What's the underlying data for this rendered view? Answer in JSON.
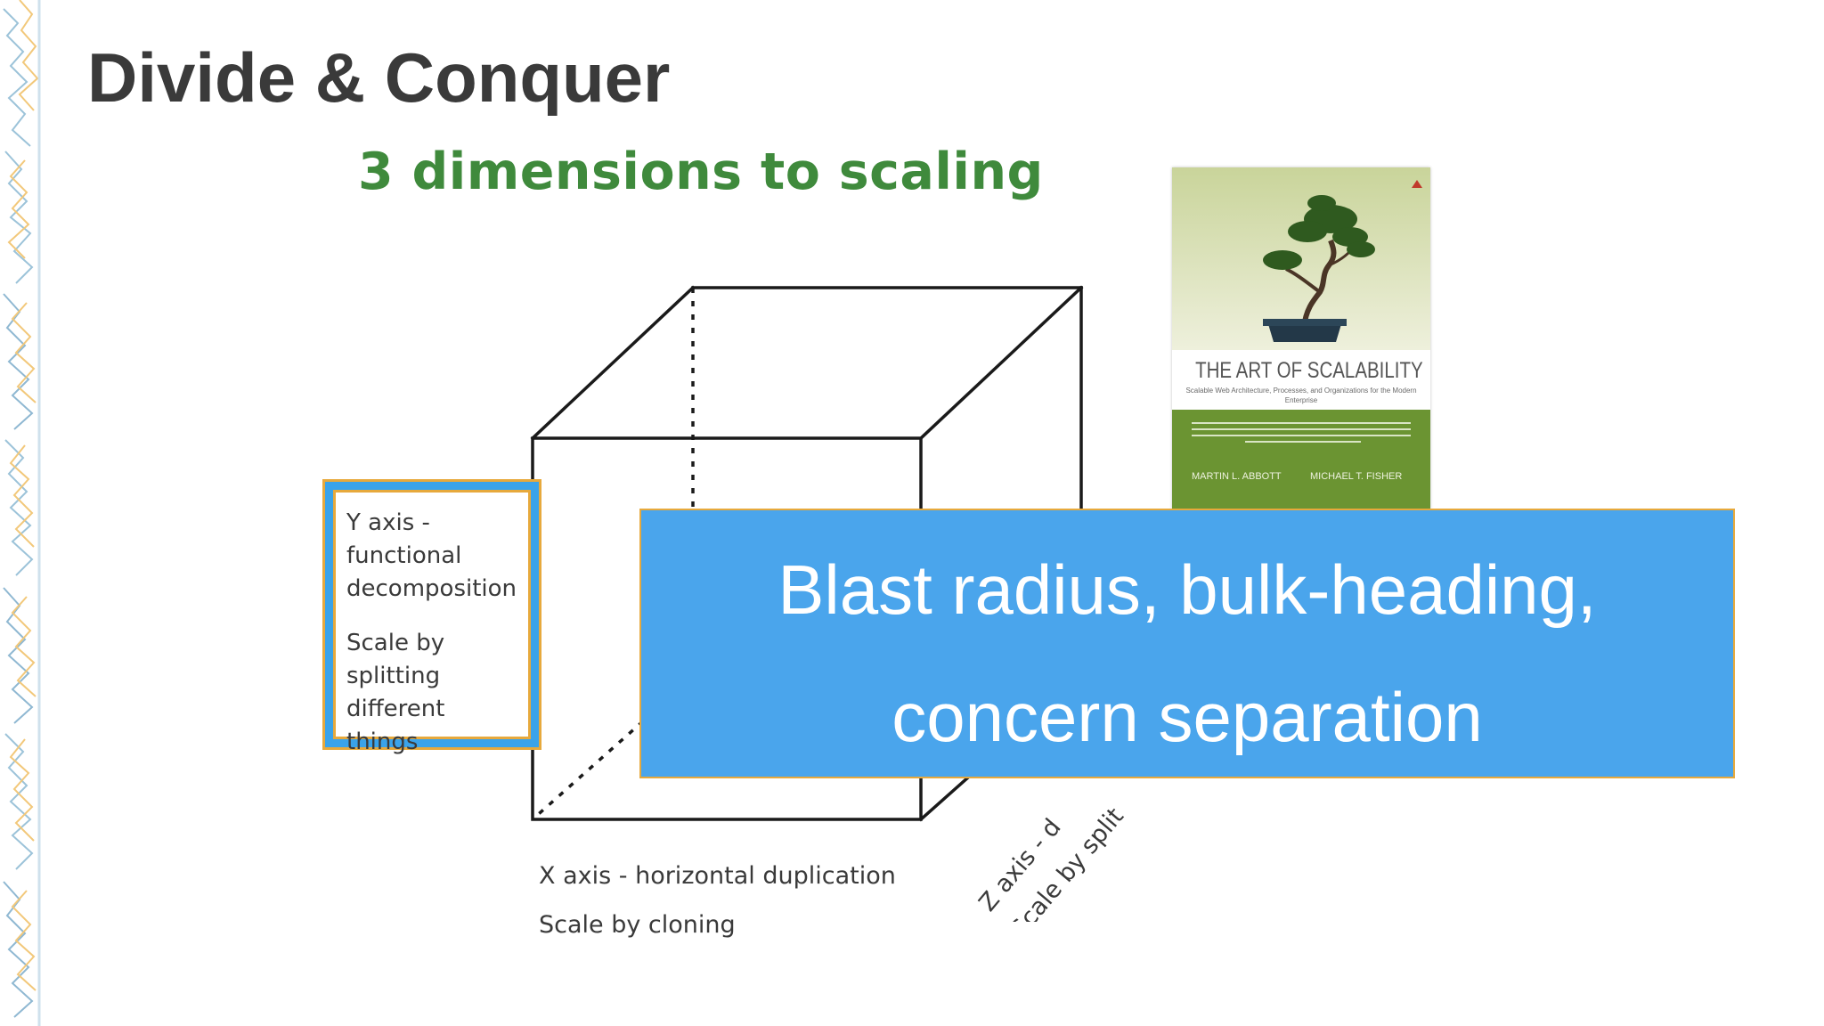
{
  "slide": {
    "title": "Divide & Conquer",
    "subtitle": "3 dimensions to scaling",
    "accent_color": "#3f8a3c",
    "caption_bg_color": "#4aa5ec",
    "border_color": "#e7a93c"
  },
  "diagram": {
    "y_axis": {
      "title": "Y axis - functional decomposition",
      "description": "Scale by splitting different things"
    },
    "x_axis": {
      "title": "X axis - horizontal duplication",
      "description": "Scale by cloning"
    },
    "z_axis": {
      "title": "Z axis - d",
      "description": "Scale by split"
    }
  },
  "book": {
    "title": "THE ART OF SCALABILITY",
    "subtitle": "Scalable Web Architecture, Processes, and Organizations for the Modern Enterprise",
    "authors": [
      "MARTIN L. ABBOTT",
      "MICHAEL T. FISHER"
    ]
  },
  "caption": {
    "line1": "Blast radius, bulk-heading,",
    "line2": "concern separation"
  }
}
